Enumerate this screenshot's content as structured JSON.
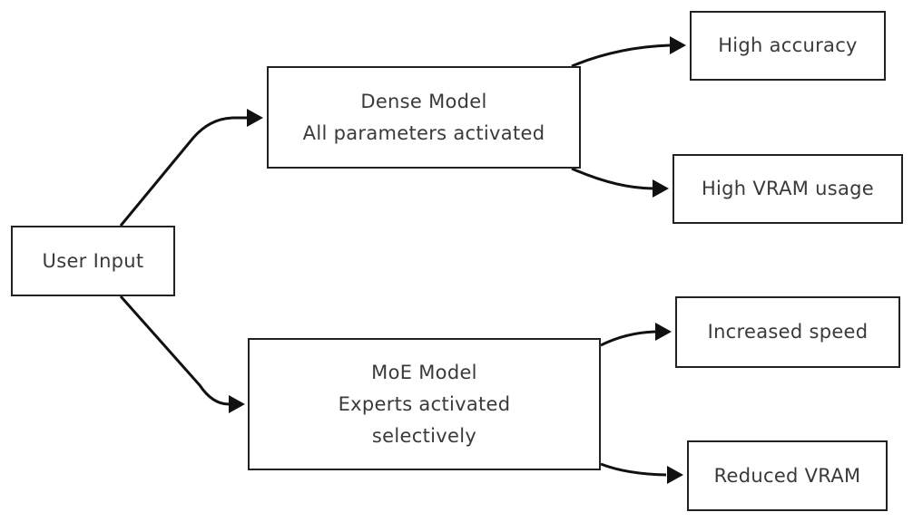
{
  "diagram": {
    "nodes": {
      "user_input": {
        "lines": [
          "User Input"
        ]
      },
      "dense_model": {
        "lines": [
          "Dense Model",
          "All parameters activated"
        ]
      },
      "moe_model": {
        "lines": [
          "MoE Model",
          "Experts activated",
          "selectively"
        ]
      },
      "high_accuracy": {
        "lines": [
          "High accuracy"
        ]
      },
      "high_vram": {
        "lines": [
          "High VRAM usage"
        ]
      },
      "increased_speed": {
        "lines": [
          "Increased speed"
        ]
      },
      "reduced_vram": {
        "lines": [
          "Reduced VRAM"
        ]
      }
    },
    "edges": [
      {
        "from": "user_input",
        "to": "dense_model"
      },
      {
        "from": "user_input",
        "to": "moe_model"
      },
      {
        "from": "dense_model",
        "to": "high_accuracy"
      },
      {
        "from": "dense_model",
        "to": "high_vram"
      },
      {
        "from": "moe_model",
        "to": "increased_speed"
      },
      {
        "from": "moe_model",
        "to": "reduced_vram"
      }
    ],
    "colors": {
      "node_border": "#222222",
      "node_fill": "#ffffff",
      "edge": "#111111",
      "text": "#3a3a3a"
    }
  }
}
